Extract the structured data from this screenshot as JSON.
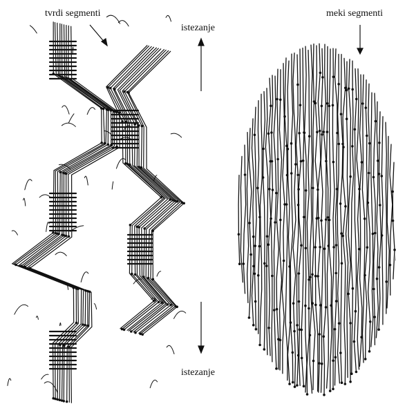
{
  "labels": {
    "hard_segments": "tvrdi segmenti",
    "soft_segments": "meki segmenti",
    "stretch_top": "istezanje",
    "stretch_bottom": "istezanje"
  },
  "colors": {
    "ink": "#111111",
    "background": "#ffffff"
  }
}
